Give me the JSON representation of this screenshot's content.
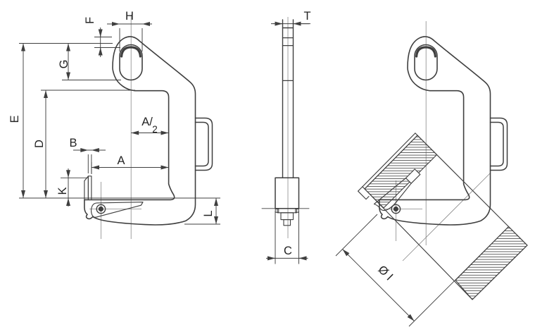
{
  "views": {
    "side": {
      "labels": {
        "E": "E",
        "D": "D",
        "G": "G",
        "K": "K",
        "F": "F",
        "B": "B",
        "H": "H",
        "A": "A",
        "A_over": "A/",
        "A_under": "2",
        "L": "L"
      }
    },
    "front": {
      "labels": {
        "T": "T",
        "C": "C"
      }
    },
    "grip": {
      "labels": {
        "diameter_I": "Ø I"
      }
    }
  },
  "colors": {
    "background": "#ffffff",
    "outline": "#3f3f3f",
    "dimension": "#3f3f3f",
    "centerline": "#898989",
    "hatch": "#464646",
    "label": "#232323"
  }
}
